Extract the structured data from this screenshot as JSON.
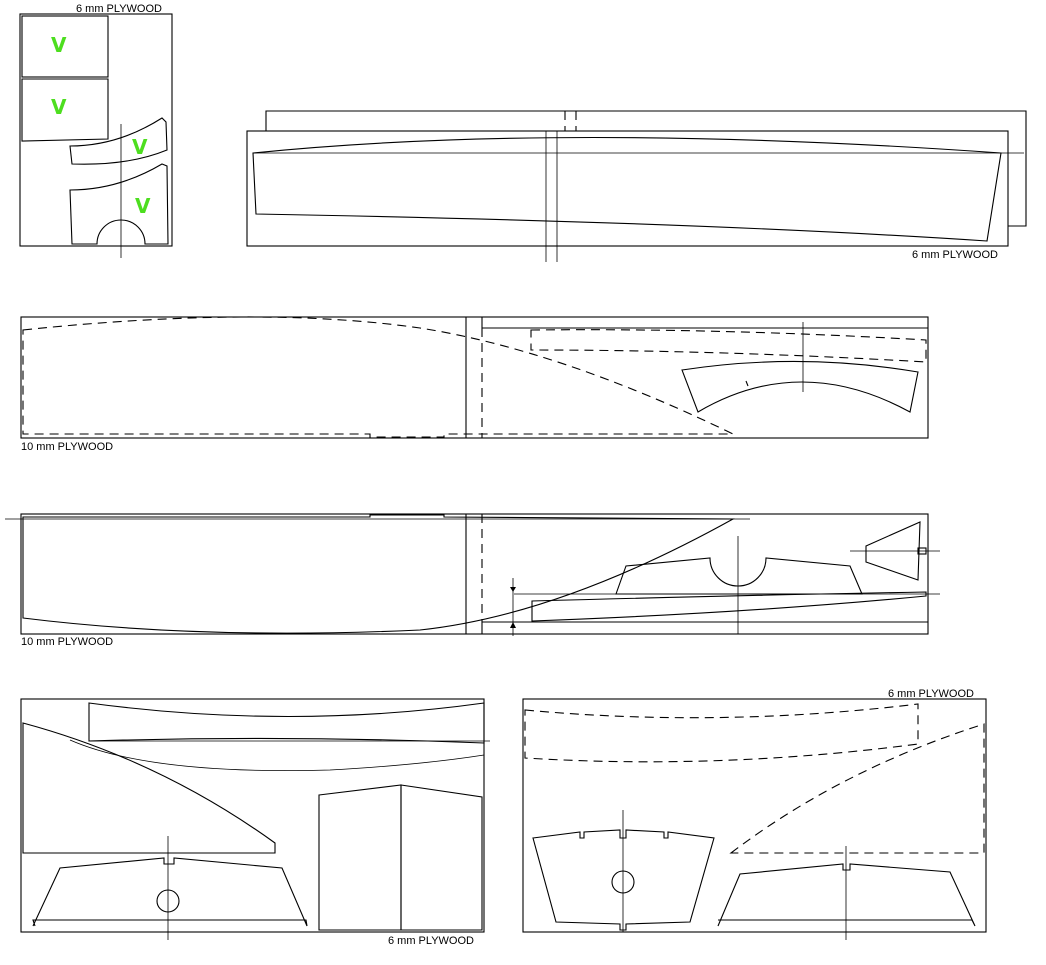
{
  "sheets": {
    "label_a": "6 mm  PLYWOOD",
    "label_b": "6 mm  PLYWOOD",
    "label_c": "10 mm  PLYWOOD",
    "label_d": "10 mm  PLYWOOD",
    "label_e": "6 mm  PLYWOOD",
    "label_f": "6 mm  PLYWOOD"
  },
  "marks": {
    "v1": "V",
    "v2": "V",
    "v3": "V",
    "v4": "V"
  },
  "colors": {
    "line": "#000000",
    "check_mark": "#4dde1f",
    "background": "#ffffff"
  }
}
